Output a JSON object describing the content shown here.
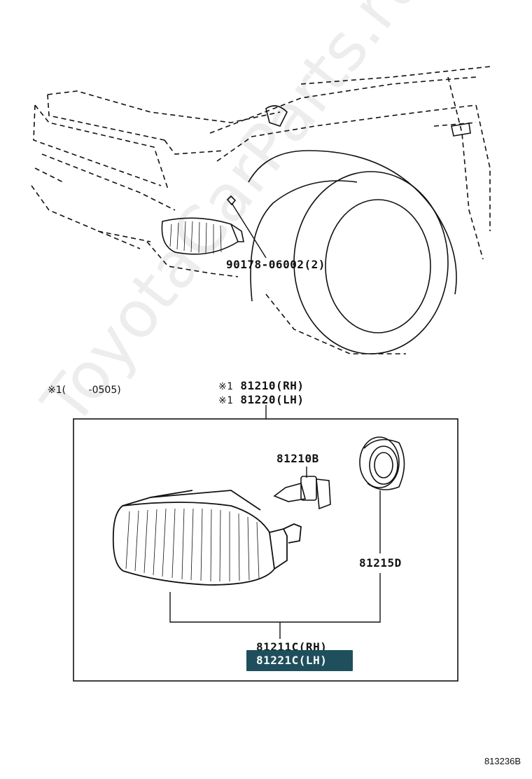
{
  "top_callout": {
    "part_no": "90178-06002",
    "qty": "(2)"
  },
  "footnote": {
    "mark": "※1",
    "range": "(　　 -0505)"
  },
  "assembly": {
    "rh": {
      "mark": "※1",
      "part_no": "81210",
      "side": "(RH)"
    },
    "lh": {
      "mark": "※1",
      "part_no": "81220",
      "side": "(LH)"
    }
  },
  "parts": {
    "bulb": "81210B",
    "socket": "81215D",
    "unit_rh": "81211C(RH)",
    "unit_lh": "81221C(LH)"
  },
  "watermark": "ToyotaCarParts.ru",
  "drawing_code": "813236B",
  "colors": {
    "highlight": "#1f4f5c",
    "line": "#111111"
  }
}
